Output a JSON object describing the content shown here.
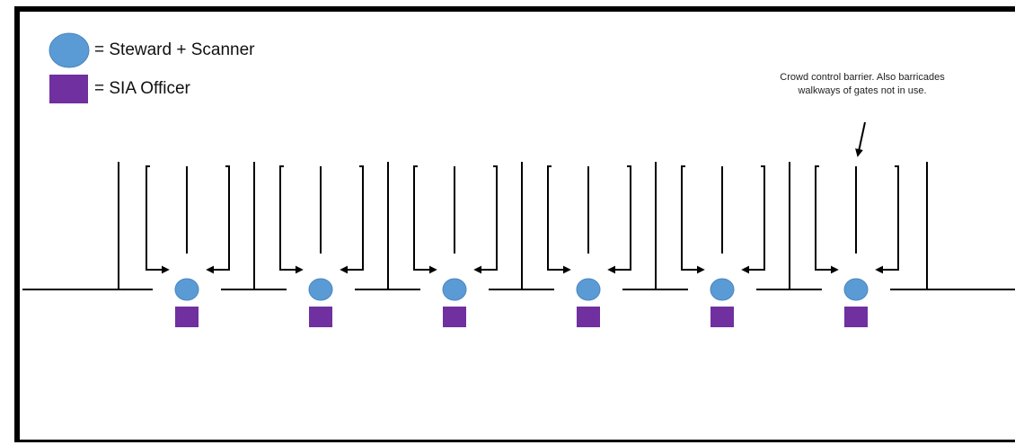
{
  "legend": {
    "steward_label": "= Steward + Scanner",
    "sia_label": "= SIA Officer"
  },
  "annotation": {
    "text": "Crowd control barrier. Also barricades walkways of gates not in use."
  },
  "gates": {
    "count": 6
  },
  "colors": {
    "steward": "#5b9bd5",
    "steward_stroke": "#4a86c0",
    "sia": "#7030a0",
    "line": "#000000"
  }
}
